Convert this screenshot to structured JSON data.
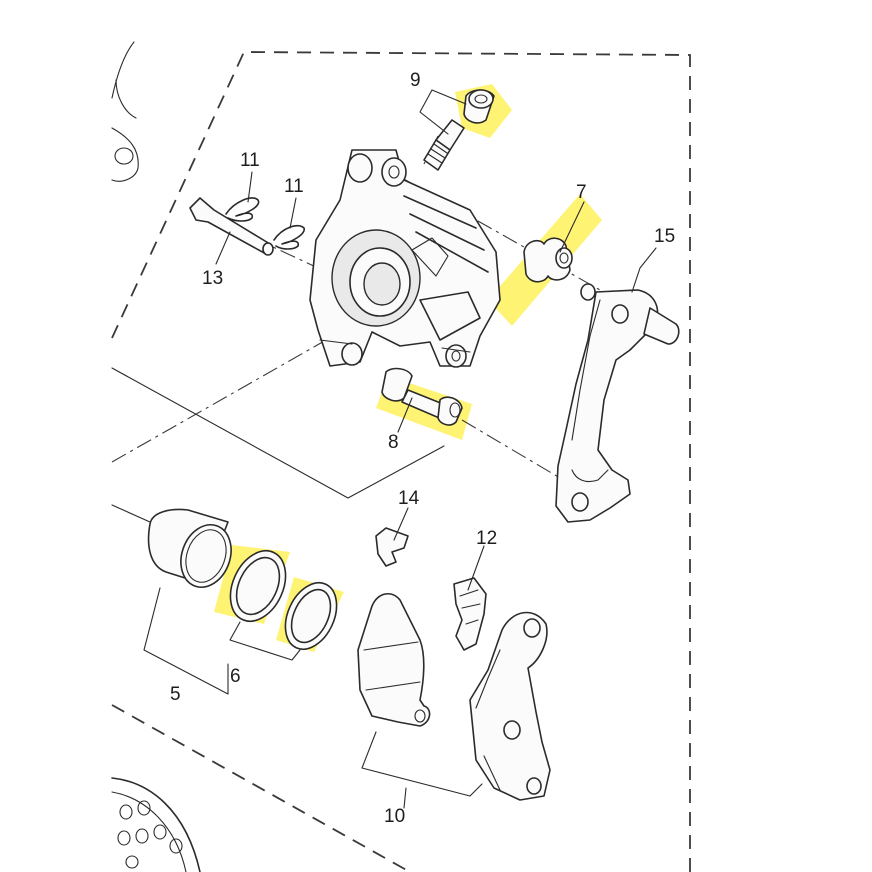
{
  "diagram": {
    "kind": "exploded parts diagram – front brake caliper",
    "highlight_color": "#fff04d",
    "line_color": "#2b2b2b"
  },
  "callouts": {
    "c5": "5",
    "c6": "6",
    "c7": "7",
    "c8": "8",
    "c9": "9",
    "c10": "10",
    "c11a": "11",
    "c11b": "11",
    "c12": "12",
    "c13": "13",
    "c14": "14",
    "c15": "15"
  }
}
